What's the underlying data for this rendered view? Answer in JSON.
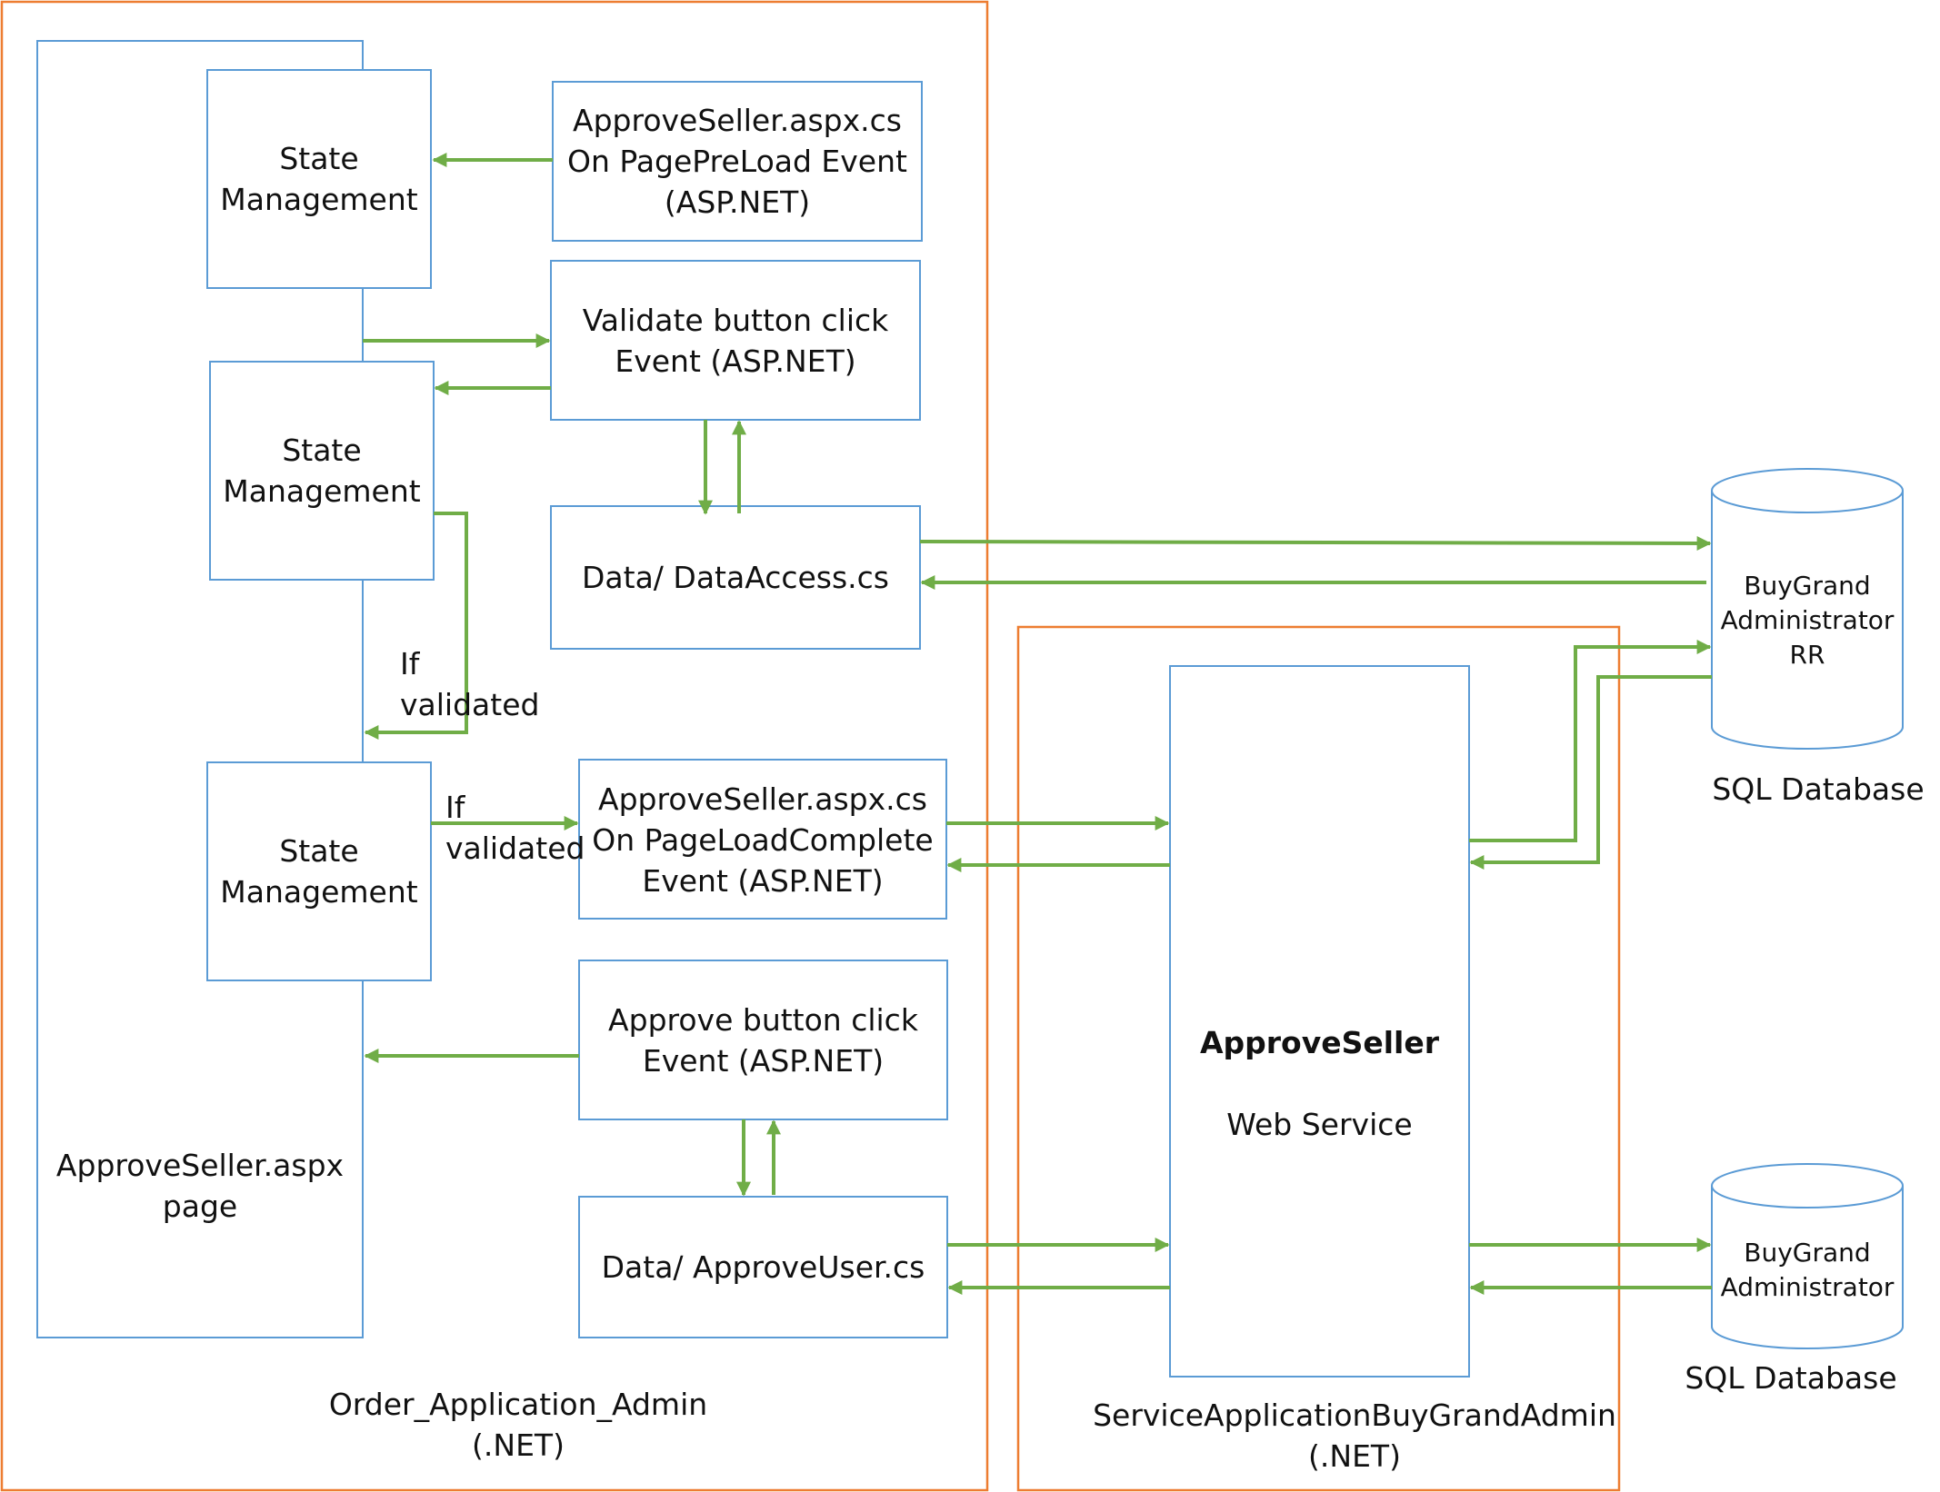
{
  "title": "",
  "colors": {
    "container_border": "#ED7D31",
    "box_border": "#5B9BD5",
    "arrow": "#70AD47",
    "text": "#111111"
  },
  "containers": {
    "order_app": {
      "label": "Order_Application_Admin\n(.NET)"
    },
    "service_app": {
      "label": "ServiceApplicationBuyGrandAdmin\n(.NET)"
    }
  },
  "page_box": {
    "label": "ApproveSeller.aspx\npage"
  },
  "state_management": {
    "sm1": "State\nManagement",
    "sm2": "State\nManagement",
    "sm3": "State\nManagement"
  },
  "events": {
    "preload": "ApproveSeller.aspx.cs\nOn PagePreLoad Event\n(ASP.NET)",
    "validate_click": "Validate button click\nEvent (ASP.NET)",
    "data_access": "Data/ DataAccess.cs",
    "load_complete": "ApproveSeller.aspx.cs\nOn PageLoadComplete\nEvent (ASP.NET)",
    "approve_click": "Approve button click\nEvent (ASP.NET)",
    "approve_user": "Data/ ApproveUser.cs"
  },
  "web_service": {
    "name": "ApproveSeller",
    "subtitle": "Web Service"
  },
  "databases": {
    "db_rr": {
      "name": "BuyGrand\nAdministrator\nRR",
      "caption": "SQL Database"
    },
    "db_admin": {
      "name": "BuyGrand\nAdministrator",
      "caption": "SQL Database"
    }
  },
  "conditions": {
    "if_validated_1": "If\nvalidated",
    "if_validated_2": "If\nvalidated"
  }
}
